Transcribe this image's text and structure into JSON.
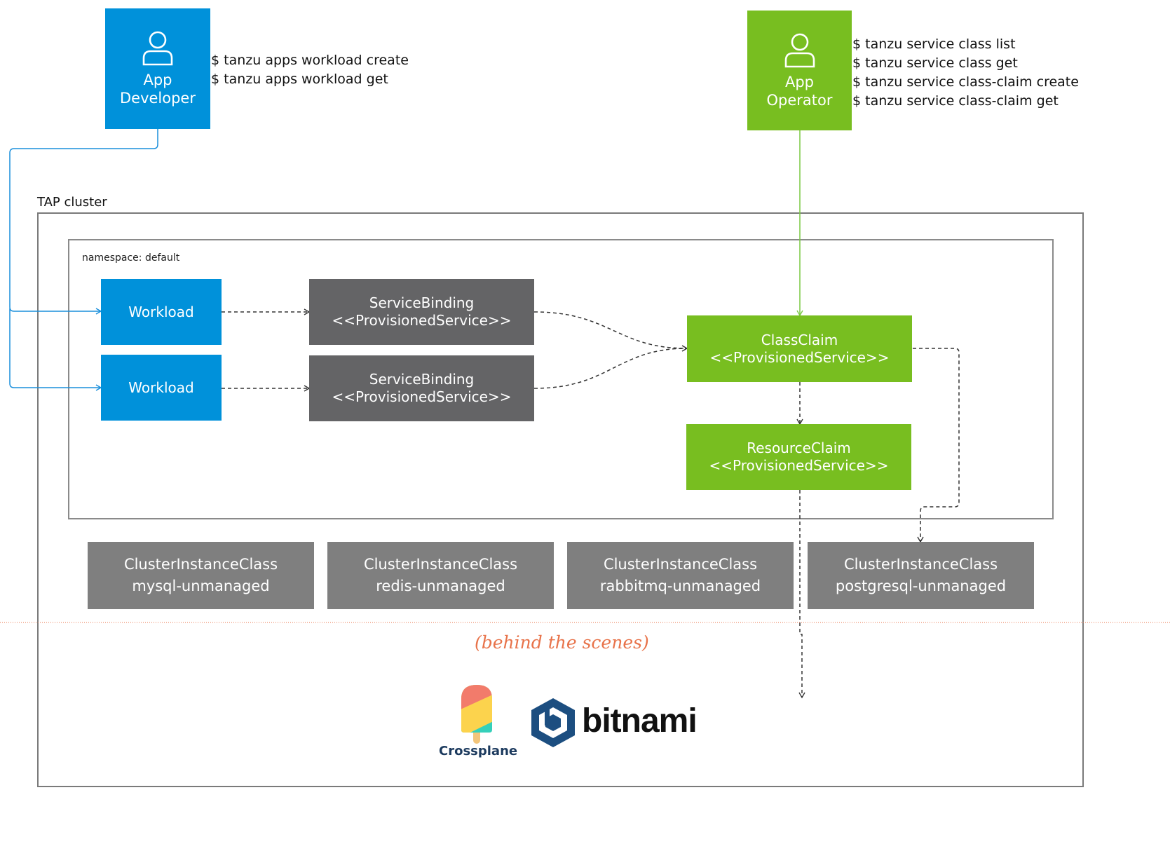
{
  "actors": {
    "developer": {
      "line1": "App",
      "line2": "Developer",
      "icon": "user-icon",
      "color": "#0091da",
      "commands": [
        "$ tanzu apps workload create",
        "$ tanzu apps workload get"
      ]
    },
    "operator": {
      "line1": "App",
      "line2": "Operator",
      "icon": "user-icon",
      "color": "#78be20",
      "commands": [
        "$ tanzu service class list",
        "$ tanzu service class get",
        "$ tanzu service class-claim create",
        "$ tanzu service class-claim get"
      ]
    }
  },
  "cluster": {
    "label": "TAP cluster",
    "namespace": {
      "label": "namespace: default",
      "workloads": [
        {
          "label": "Workload"
        },
        {
          "label": "Workload"
        }
      ],
      "bindings": [
        {
          "line1": "ServiceBinding",
          "line2": "<<ProvisionedService>>"
        },
        {
          "line1": "ServiceBinding",
          "line2": "<<ProvisionedService>>"
        }
      ],
      "class_claim": {
        "line1": "ClassClaim",
        "line2": "<<ProvisionedService>>"
      },
      "resource_claim": {
        "line1": "ResourceClaim",
        "line2": "<<ProvisionedService>>"
      }
    },
    "instance_classes": [
      {
        "line1": "ClusterInstanceClass",
        "line2": "mysql-unmanaged"
      },
      {
        "line1": "ClusterInstanceClass",
        "line2": "redis-unmanaged"
      },
      {
        "line1": "ClusterInstanceClass",
        "line2": "rabbitmq-unmanaged"
      },
      {
        "line1": "ClusterInstanceClass",
        "line2": "postgresql-unmanaged"
      }
    ],
    "behind_the_scenes": "(behind the scenes)",
    "behind_the_scenes_color": "#e8734a",
    "logos": {
      "crossplane": "Crossplane",
      "bitnami": "bitnami"
    }
  },
  "colors": {
    "blue": "#0091da",
    "green": "#78be20",
    "gray": "#646466",
    "light_gray": "#7f7f7f"
  }
}
